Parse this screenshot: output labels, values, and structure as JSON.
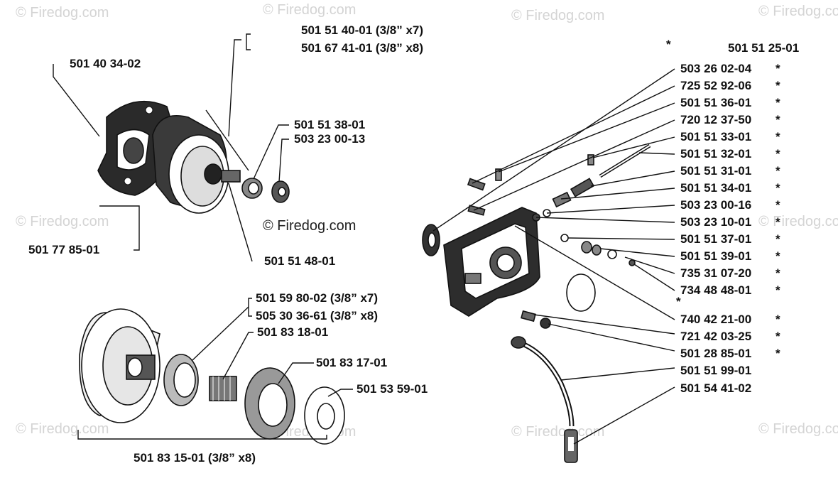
{
  "watermark": "© Firedog.com",
  "copyright": "© Firedog.com",
  "clutch_labels": {
    "a": "501 51 40-01 (3/8” x7)",
    "b": "501 67 41-01 (3/8” x8)",
    "c": "501 40 34-02",
    "d": "501 51 38-01",
    "e": "503 23 00-13",
    "f": "501 51 48-01",
    "g": "501 77 85-01"
  },
  "drum_labels": {
    "a": "501 59 80-02 (3/8” x7)",
    "b": "505 30 36-61 (3/8” x8)",
    "c": "501 83 18-01",
    "d": "501 83 17-01",
    "e": "501 53 59-01",
    "f": "501 83 15-01 (3/8” x8)"
  },
  "pump_header": {
    "star": "*",
    "label": "501 51 25-01"
  },
  "pump_labels": [
    "503 26 02-04",
    "725 52 92-06",
    "501 51 36-01",
    "720 12 37-50",
    "501 51 33-01",
    "501 51 32-01",
    "501 51 31-01",
    "501 51 34-01",
    "503 23 00-16",
    "503 23 10-01",
    "501 51 37-01",
    "501 51 39-01",
    "735 31 07-20",
    "734 48 48-01",
    "",
    "740 42 21-00",
    "721 42 03-25",
    "501 28 85-01",
    "501 51 99-01",
    "501 54 41-02"
  ],
  "pump_star": "*"
}
